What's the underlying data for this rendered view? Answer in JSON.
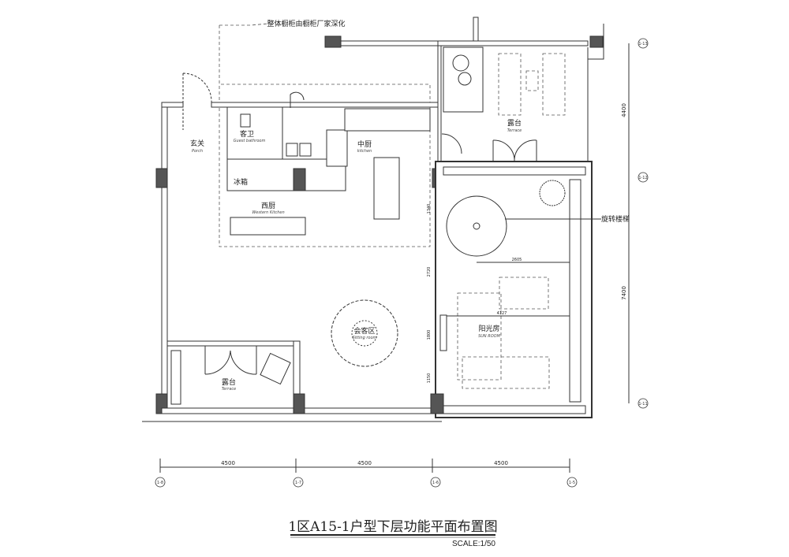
{
  "drawing": {
    "title": "1区A15-1户型下层功能平面布置图",
    "scale": "SCALE:1/50",
    "note": "整体橱柜由橱柜厂家深化"
  },
  "rooms": {
    "porch": {
      "cn": "玄关",
      "en": "Porch"
    },
    "guest_bathroom": {
      "cn": "客卫",
      "en": "Guest bathroom"
    },
    "kitchen": {
      "cn": "中厨",
      "en": "kitchen"
    },
    "fridge": {
      "cn": "冰箱"
    },
    "western_kitchen": {
      "cn": "西厨",
      "en": "Western Kitchen"
    },
    "sitting_room": {
      "cn": "会客区",
      "en": "Sitting room"
    },
    "terrace_lower": {
      "cn": "露台",
      "en": "Terrace"
    },
    "terrace_upper": {
      "cn": "露台",
      "en": "Terrace"
    },
    "sun_room": {
      "cn": "阳光房",
      "en": "SUN ROOM"
    },
    "spiral_stair": {
      "cn": "旋转楼梯"
    }
  },
  "dimensions": {
    "bottom": [
      "4500",
      "4500",
      "4500"
    ],
    "right": [
      "4400",
      "7400"
    ],
    "sunroom_vertical": [
      "1340",
      "2720",
      "1800",
      "1150"
    ],
    "stair_width": "2605",
    "sunroom_width": "4127"
  },
  "axes": {
    "bottom": [
      "1-8",
      "1-7",
      "1-6",
      "1-5"
    ],
    "right": [
      "1-13",
      "1-12",
      "1-11"
    ]
  }
}
